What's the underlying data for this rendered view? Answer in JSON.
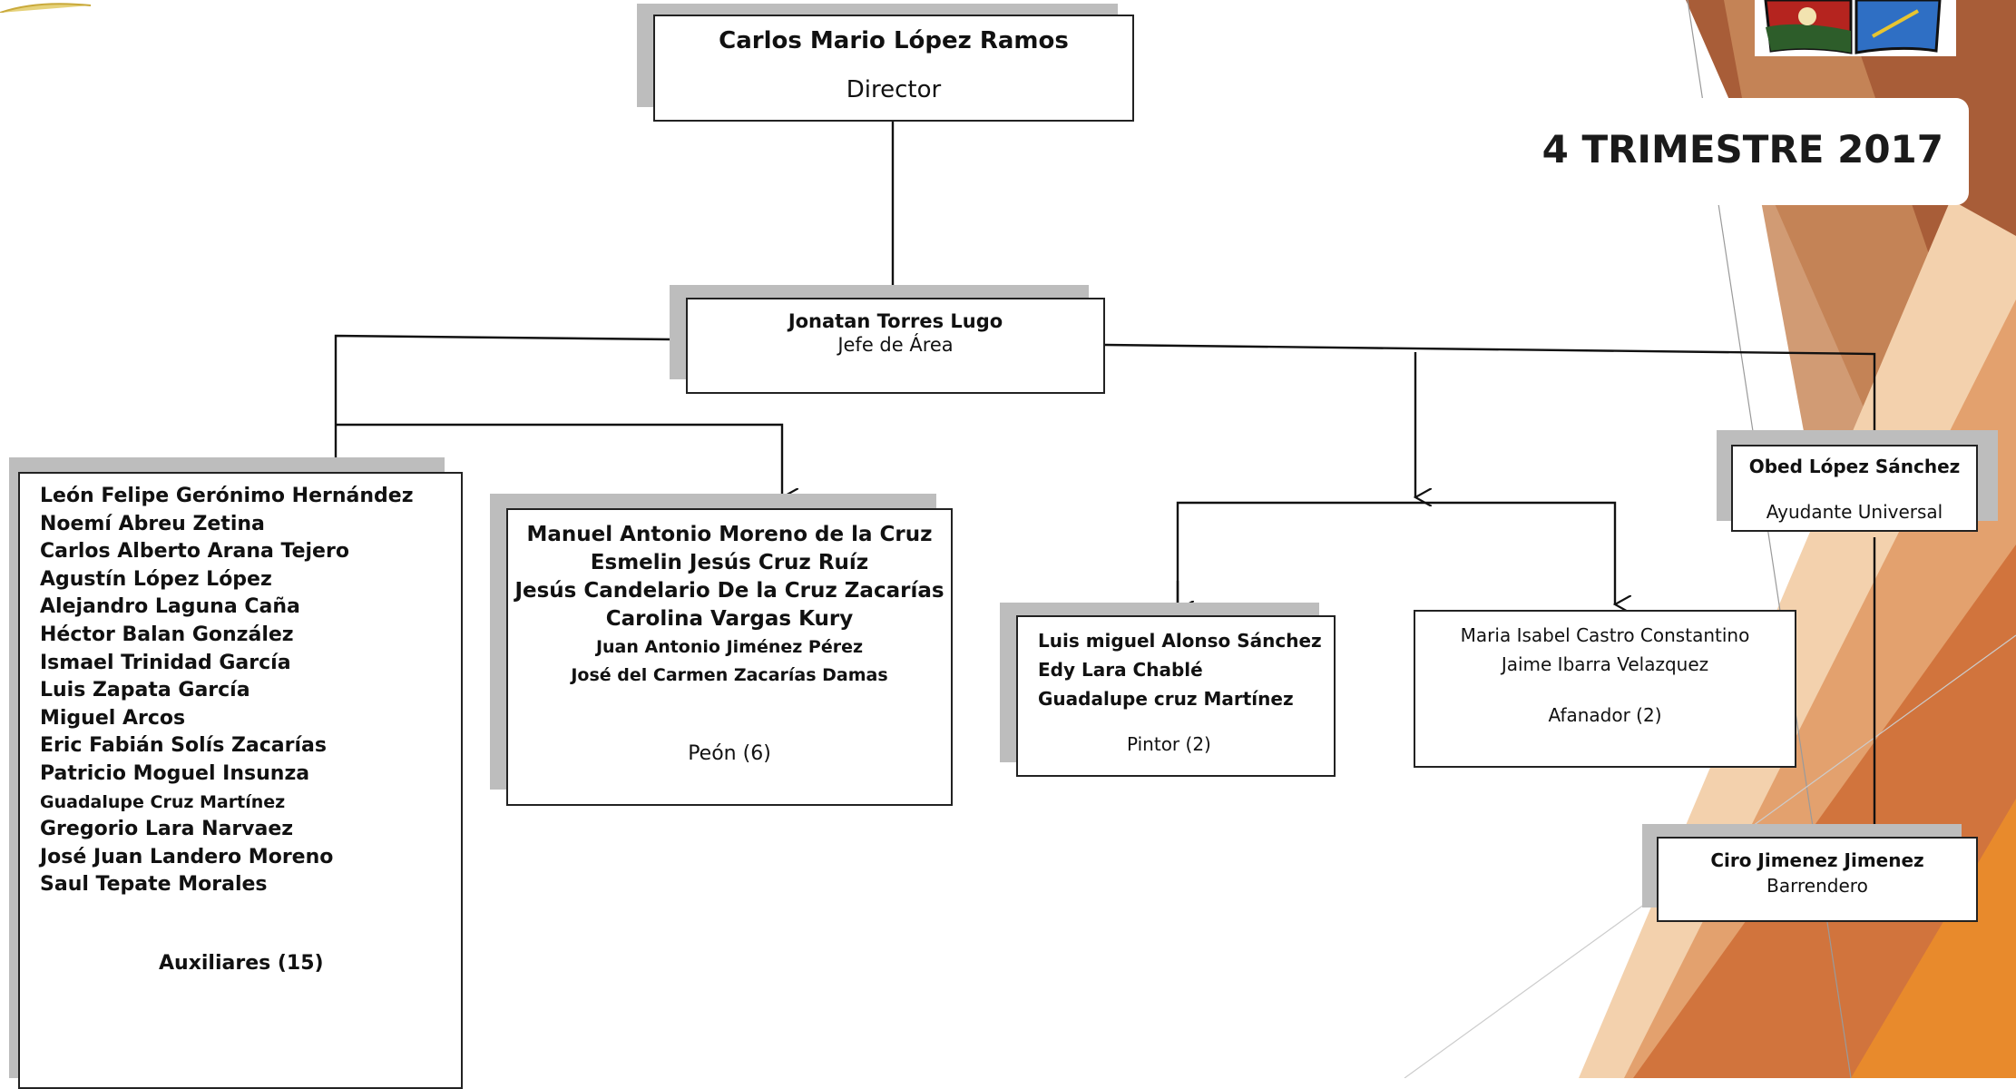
{
  "period_label": "4 TRIMESTRE 2017",
  "director": {
    "name": "Carlos Mario López Ramos",
    "role": "Director"
  },
  "jefe": {
    "name": "Jonatan Torres Lugo",
    "role": "Jefe de Área"
  },
  "auxiliares": {
    "members": [
      "León Felipe Gerónimo Hernández",
      "Noemí Abreu Zetina",
      "Carlos Alberto Arana Tejero",
      "Agustín López López",
      "Alejandro Laguna Caña",
      "Héctor Balan González",
      "Ismael Trinidad García",
      "Luis Zapata García",
      "Miguel Arcos",
      "Eric Fabián Solís Zacarías",
      "Patricio Moguel Insunza",
      "Guadalupe Cruz Martínez",
      "Gregorio Lara Narvaez",
      "José Juan Landero Moreno",
      "Saul Tepate Morales"
    ],
    "role": "Auxiliares (15)"
  },
  "peones": {
    "members": [
      "Manuel Antonio Moreno de la Cruz",
      "Esmelin Jesús Cruz Ruíz",
      "Jesús Candelario De la Cruz Zacarías",
      "Carolina Vargas Kury",
      "Juan Antonio Jiménez Pérez",
      "José del Carmen Zacarías Damas"
    ],
    "role": "Peón (6)"
  },
  "pintores": {
    "members": [
      "Luis miguel Alonso Sánchez",
      "Edy Lara Chablé",
      "Guadalupe cruz Martínez"
    ],
    "role": "Pintor (2)"
  },
  "afanadores": {
    "members": [
      "Maria Isabel Castro Constantino",
      "Jaime Ibarra Velazquez"
    ],
    "role": "Afanador (2)"
  },
  "ayudante": {
    "name": "Obed López Sánchez",
    "role": "Ayudante Universal"
  },
  "barrendero": {
    "name": "Ciro Jimenez Jimenez",
    "role": "Barrendero"
  },
  "colors": {
    "bg_orange": "#e3a16e",
    "bg_brown": "#a85d38",
    "bg_light": "#f3d1ad",
    "bg_deep": "#d1743d",
    "shadow": "#bdbdbd"
  }
}
